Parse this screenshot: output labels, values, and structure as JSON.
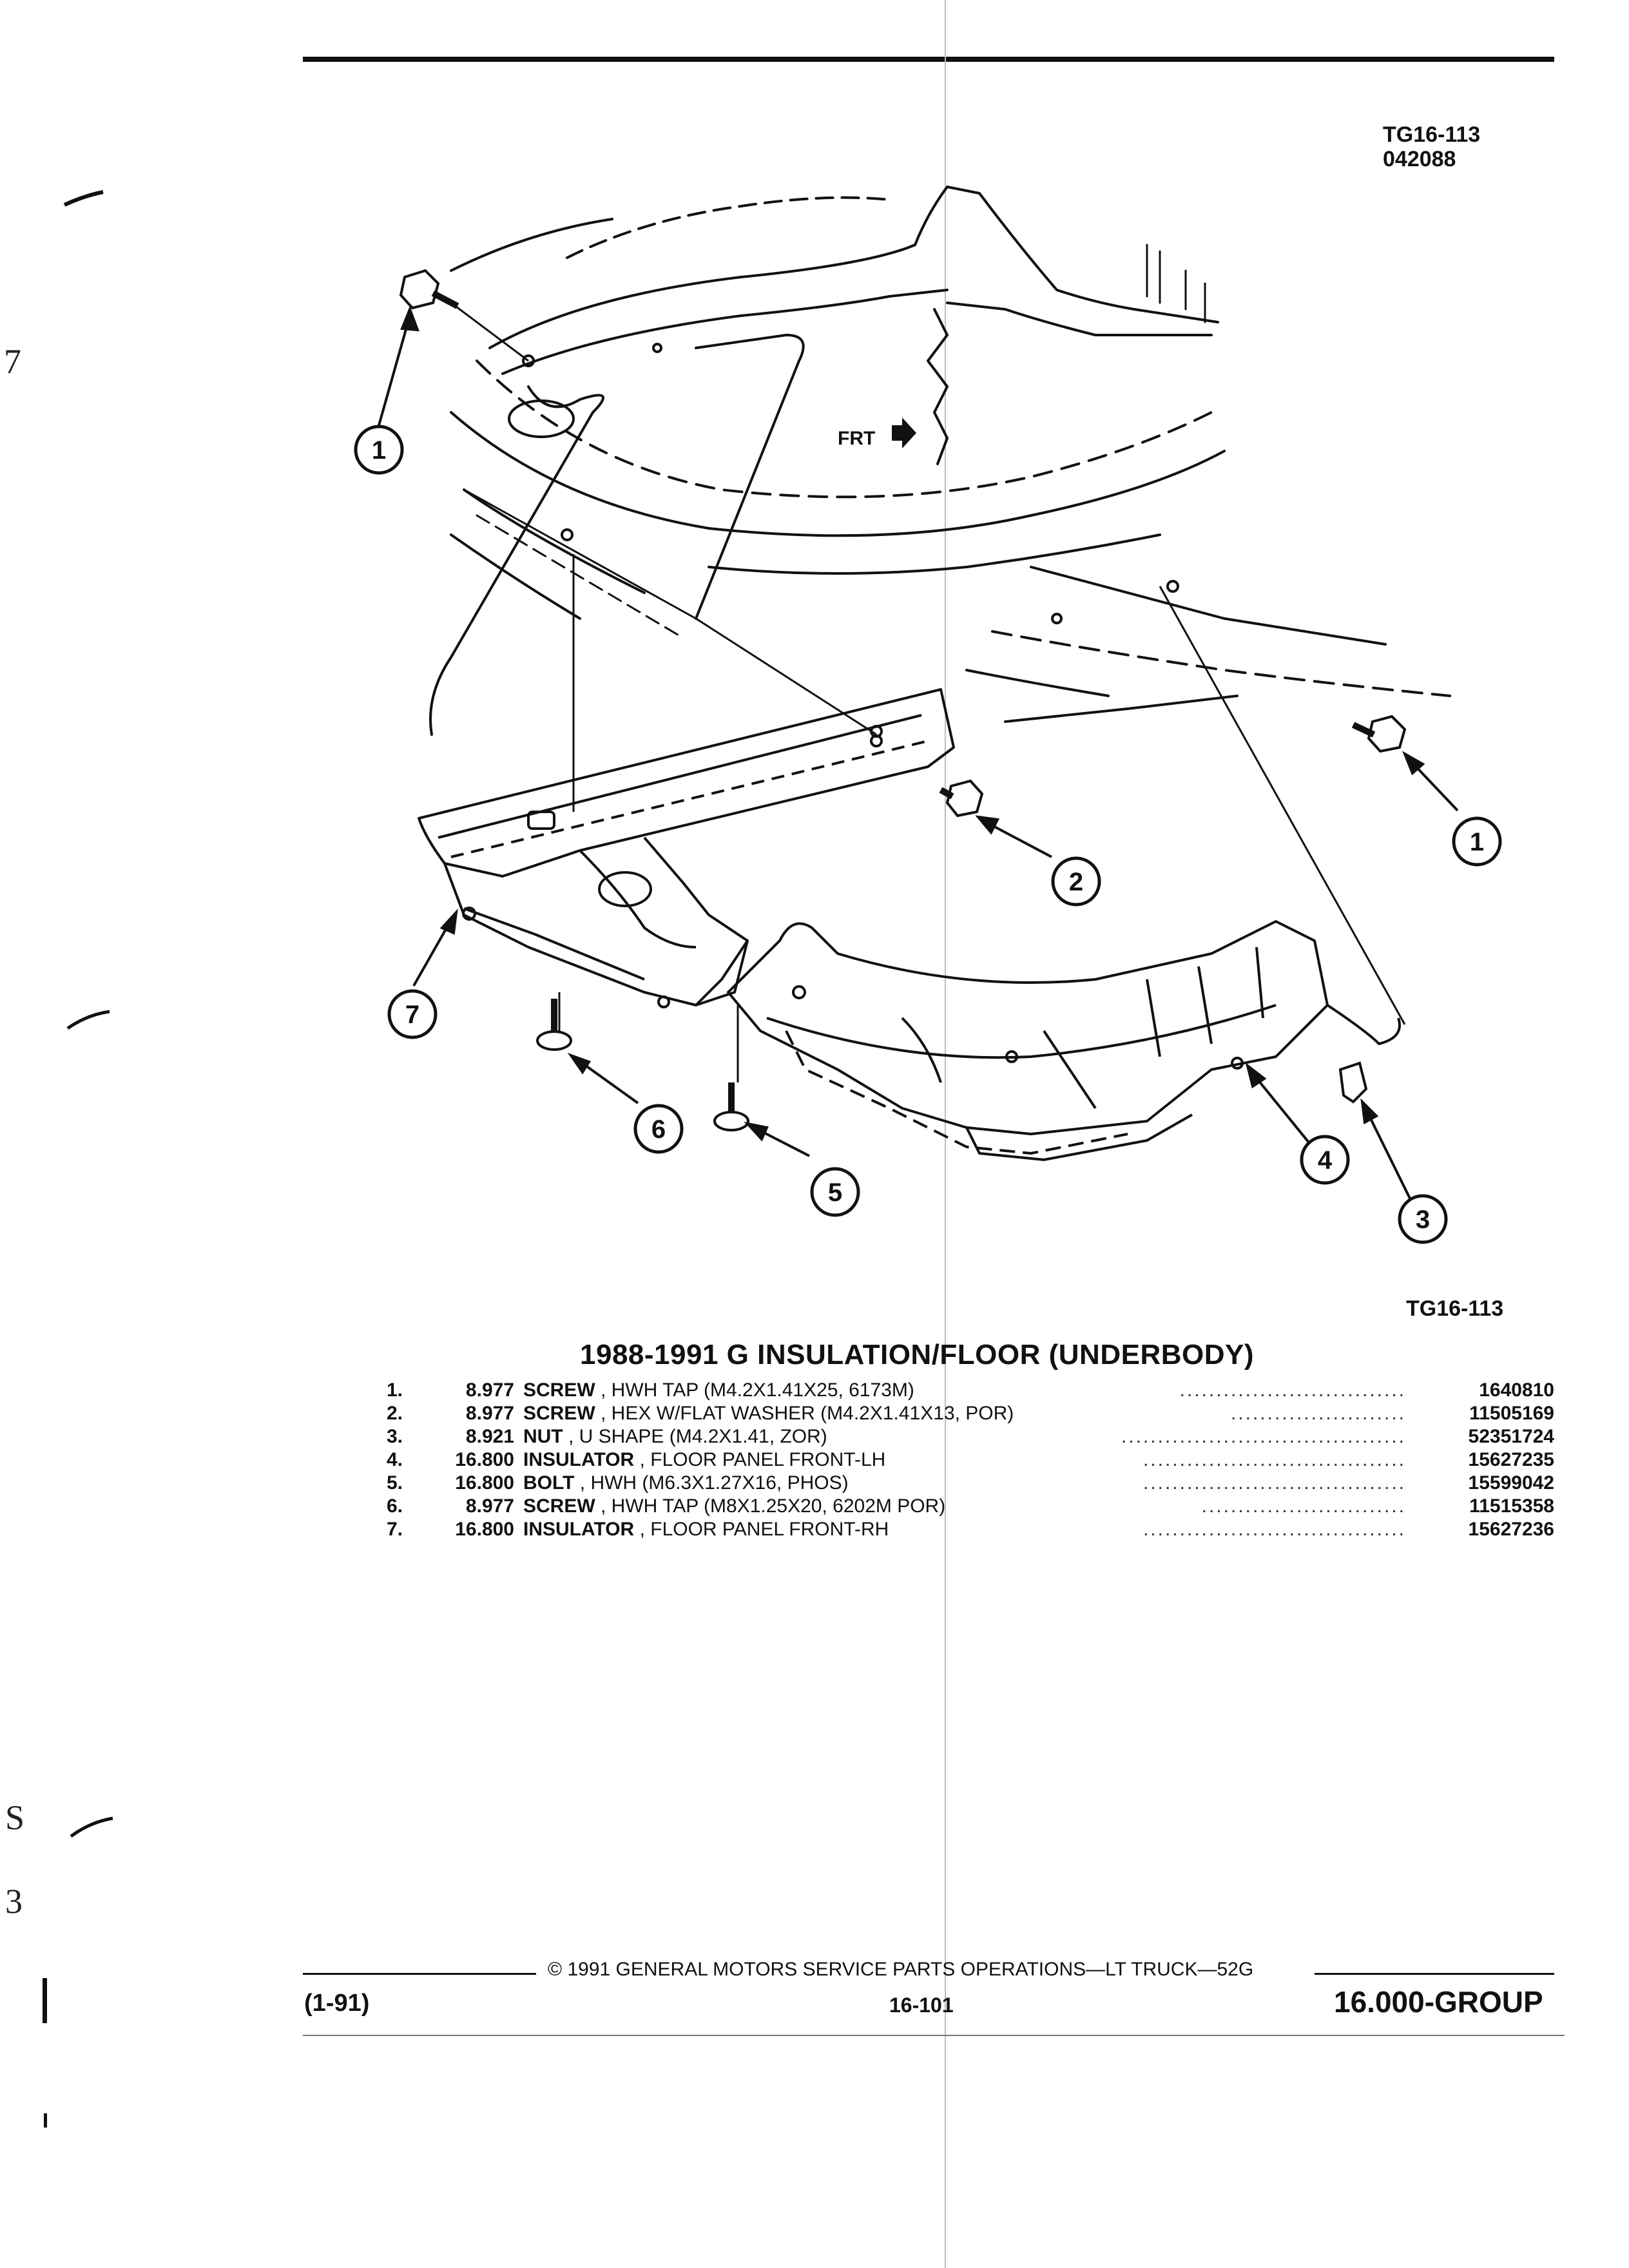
{
  "header": {
    "code_top": "TG16-113",
    "code_date": "042088"
  },
  "figure": {
    "front_label": "FRT",
    "callouts": [
      "1",
      "1",
      "2",
      "3",
      "4",
      "5",
      "6",
      "7"
    ],
    "code_bottom": "TG16-113"
  },
  "title": "1988-1991 G INSULATION/FLOOR (UNDERBODY)",
  "parts": [
    {
      "num": "1.",
      "group": "8.977",
      "name": "SCREW",
      "spec": ", HWH TAP (M4.2X1.41X25, 6173M)",
      "part_no": "1640810"
    },
    {
      "num": "2.",
      "group": "8.977",
      "name": "SCREW",
      "spec": ", HEX W/FLAT WASHER (M4.2X1.41X13, POR)",
      "part_no": "11505169"
    },
    {
      "num": "3.",
      "group": "8.921",
      "name": "NUT",
      "spec": ", U SHAPE (M4.2X1.41, ZOR)",
      "part_no": "52351724"
    },
    {
      "num": "4.",
      "group": "16.800",
      "name": "INSULATOR",
      "spec": ", FLOOR PANEL FRONT-LH",
      "part_no": "15627235"
    },
    {
      "num": "5.",
      "group": "16.800",
      "name": "BOLT",
      "spec": ", HWH (M6.3X1.27X16, PHOS)",
      "part_no": "15599042"
    },
    {
      "num": "6.",
      "group": "8.977",
      "name": "SCREW",
      "spec": ", HWH TAP (M8X1.25X20, 6202M POR)",
      "part_no": "11515358"
    },
    {
      "num": "7.",
      "group": "16.800",
      "name": "INSULATOR",
      "spec": ", FLOOR PANEL FRONT-RH",
      "part_no": "15627236"
    }
  ],
  "footer": {
    "copyright": "© 1991 GENERAL MOTORS SERVICE PARTS OPERATIONS—LT TRUCK—52G",
    "revision": "(1-91)",
    "page": "16-101",
    "group": "16.000-GROUP"
  },
  "margin_marks": [
    "7",
    "S",
    "3"
  ]
}
